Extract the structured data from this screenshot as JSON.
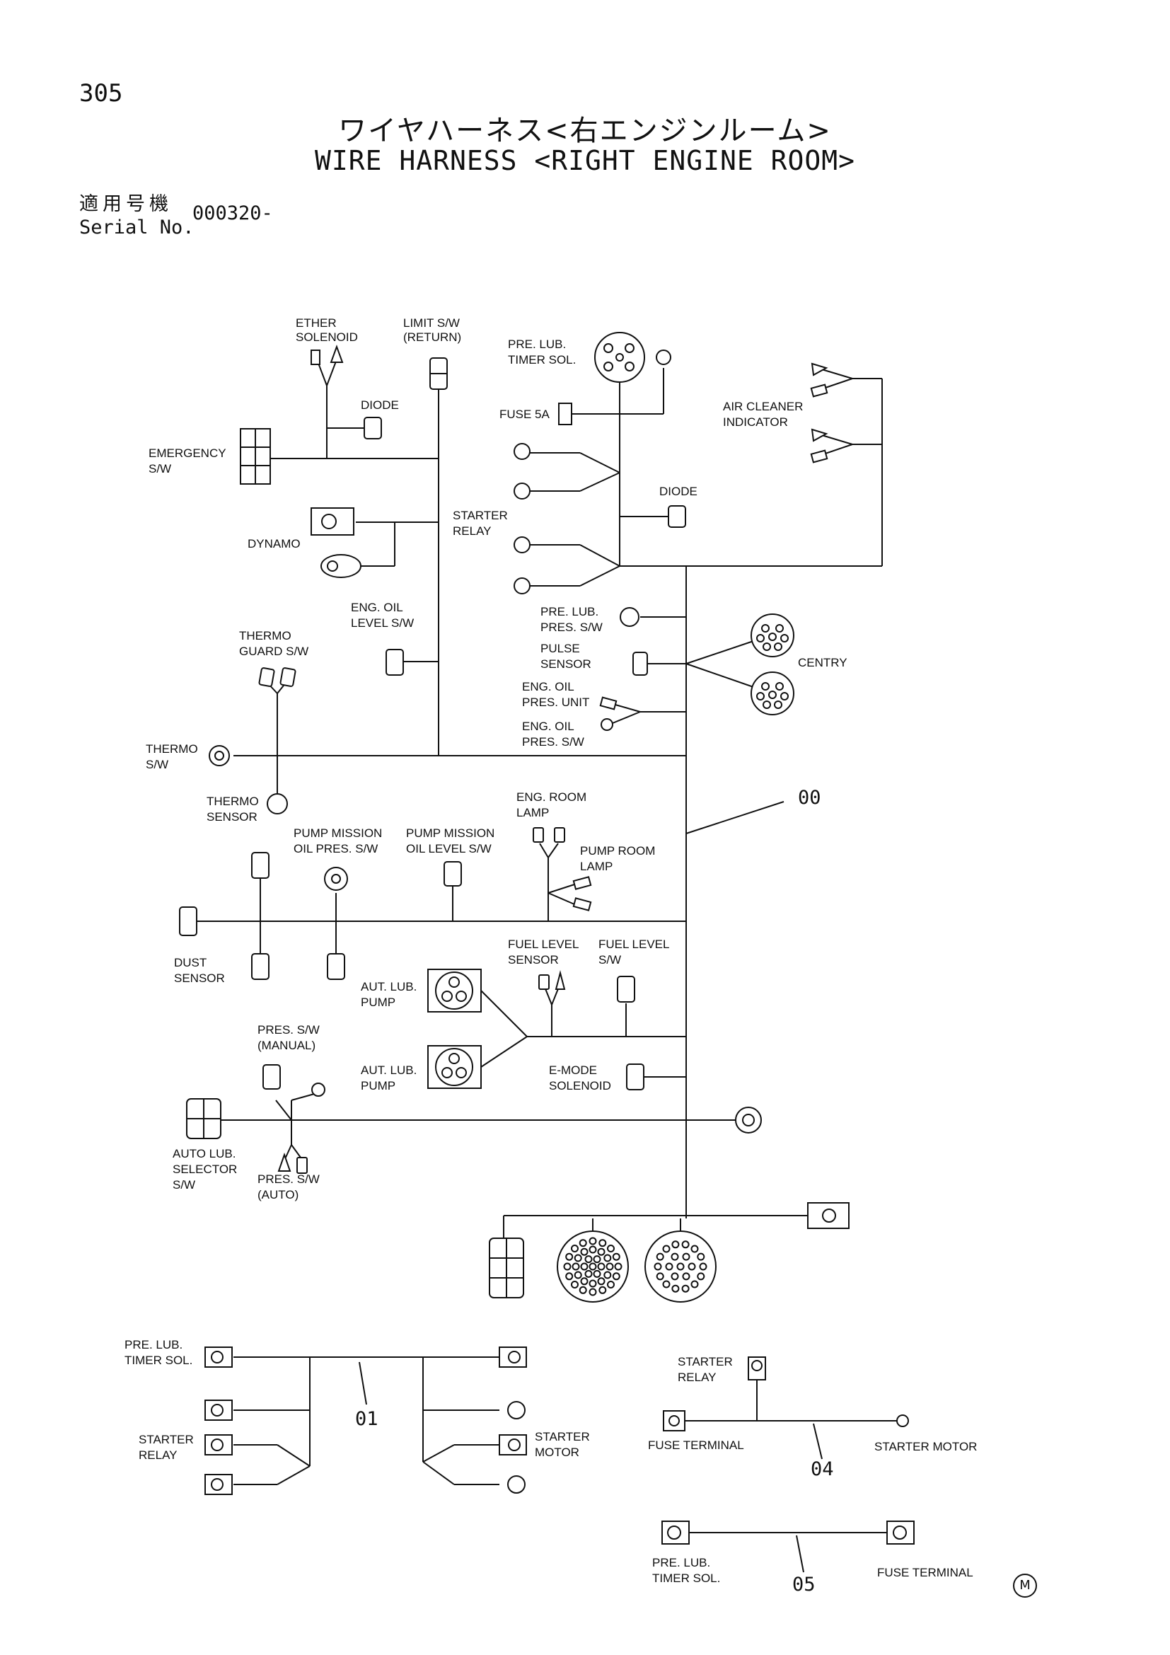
{
  "header": {
    "page_number": "305",
    "title_jp": "ワイヤハーネス<右エンジンルーム>",
    "title_en": "WIRE HARNESS <RIGHT ENGINE ROOM>",
    "serial_label_jp": "適用号機",
    "serial_label_en": "Serial No.",
    "serial_value": "000320-"
  },
  "main_harness": {
    "labels": {
      "ether_solenoid": [
        "ETHER",
        "SOLENOID"
      ],
      "limit_sw": [
        "LIMIT S/W",
        "(RETURN)"
      ],
      "pre_lub_timer_sol": [
        "PRE. LUB.",
        "TIMER SOL."
      ],
      "diode_top": "DIODE",
      "fuse_5a": "FUSE 5A",
      "air_cleaner_indicator": [
        "AIR CLEANER",
        "INDICATOR"
      ],
      "emergency_sw": [
        "EMERGENCY",
        "S/W"
      ],
      "diode_right": "DIODE",
      "starter_relay": [
        "STARTER",
        "RELAY"
      ],
      "dynamo": "DYNAMO",
      "eng_oil_level_sw": [
        "ENG. OIL",
        "LEVEL S/W"
      ],
      "pre_lub_pres_sw": [
        "PRE. LUB.",
        "PRES. S/W"
      ],
      "thermo_guard_sw": [
        "THERMO",
        "GUARD S/W"
      ],
      "pulse_sensor": [
        "PULSE",
        "SENSOR"
      ],
      "centry": "CENTRY",
      "eng_oil_pres_unit": [
        "ENG. OIL",
        "PRES. UNIT"
      ],
      "eng_oil_pres_sw": [
        "ENG. OIL",
        "PRES. S/W"
      ],
      "thermo_sw": [
        "THERMO",
        "S/W"
      ],
      "thermo_sensor": [
        "THERMO",
        "SENSOR"
      ],
      "eng_room_lamp": [
        "ENG. ROOM",
        "LAMP"
      ],
      "pump_mission_oil_pres_sw": [
        "PUMP MISSION",
        "OIL PRES. S/W"
      ],
      "pump_mission_oil_level_sw": [
        "PUMP MISSION",
        "OIL LEVEL S/W"
      ],
      "pump_room_lamp": [
        "PUMP ROOM",
        "LAMP"
      ],
      "dust_sensor": [
        "DUST",
        "SENSOR"
      ],
      "fuel_level_sensor": [
        "FUEL LEVEL",
        "SENSOR"
      ],
      "fuel_level_sw": [
        "FUEL LEVEL",
        "S/W"
      ],
      "aut_lub_pump_1": [
        "AUT. LUB.",
        "PUMP"
      ],
      "pres_sw_manual": [
        "PRES. S/W",
        "(MANUAL)"
      ],
      "aut_lub_pump_2": [
        "AUT. LUB.",
        "PUMP"
      ],
      "e_mode_solenoid": [
        "E-MODE",
        "SOLENOID"
      ],
      "auto_lub_selector_sw": [
        "AUTO LUB.",
        "SELECTOR",
        "S/W"
      ],
      "pres_sw_auto": [
        "PRES. S/W",
        "(AUTO)"
      ]
    },
    "part_ref": "00"
  },
  "sub_harness_01": {
    "part_ref": "01",
    "labels": {
      "pre_lub_timer_sol": [
        "PRE. LUB.",
        "TIMER SOL."
      ],
      "starter_relay": [
        "STARTER",
        "RELAY"
      ],
      "starter_motor": [
        "STARTER",
        "MOTOR"
      ]
    }
  },
  "sub_harness_04": {
    "part_ref": "04",
    "labels": {
      "starter_relay": [
        "STARTER",
        "RELAY"
      ],
      "fuse_terminal": "FUSE TERMINAL",
      "starter_motor": "STARTER MOTOR"
    }
  },
  "sub_harness_05": {
    "part_ref": "05",
    "labels": {
      "pre_lub_timer_sol": [
        "PRE. LUB.",
        "TIMER SOL."
      ],
      "fuse_terminal": "FUSE TERMINAL"
    }
  },
  "footer": {
    "mark": "M"
  }
}
